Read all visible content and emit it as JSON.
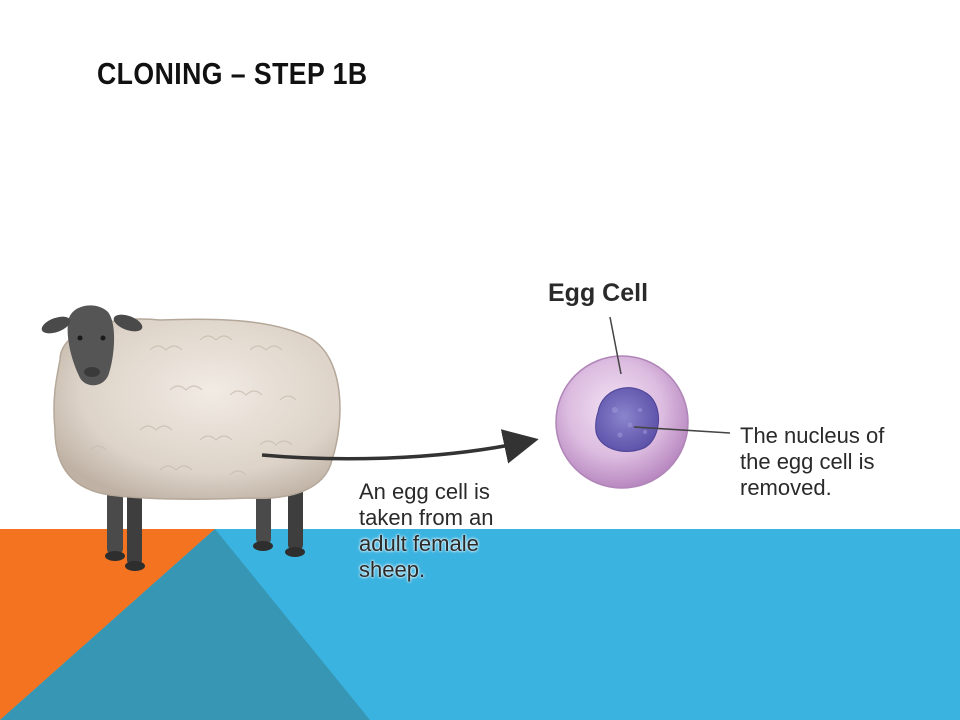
{
  "slide": {
    "title": "CLONING – STEP 1B"
  },
  "diagram": {
    "cell_label": "Egg Cell",
    "caption_sheep_lines": [
      "An egg cell is",
      "taken from an",
      "adult female",
      "sheep."
    ],
    "caption_nucleus_lines": [
      "The nucleus of",
      "the egg cell is",
      "removed."
    ]
  },
  "colors": {
    "accent_orange": "#f47321",
    "accent_blue": "#3bb3e0",
    "accent_teal": "#3796b4",
    "cell_membrane": "#c89ccc",
    "nucleus": "#6e63b8",
    "text_dark": "#2a2a2a"
  },
  "icons": {
    "sheep": "sheep-illustration",
    "egg_cell": "egg-cell-illustration",
    "arrow": "arrow-right"
  }
}
